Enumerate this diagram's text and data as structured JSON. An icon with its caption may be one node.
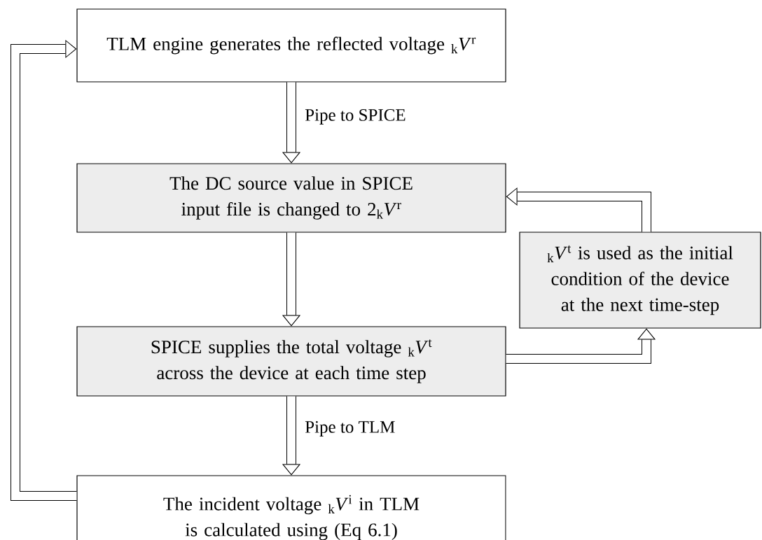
{
  "diagram": {
    "nodes": [
      {
        "text": [
          "TLM engine generates the reflected voltage $_{k}$*V*$^{r}$"
        ]
      },
      {
        "text": [
          "The DC source value in SPICE input file is changed to 2$_{k}$*V*$^{r}$"
        ]
      },
      {
        "text": [
          "SPICE supplies the total voltage $_{k}$*V*$^{t}$ across the device at each time step"
        ]
      },
      {
        "text": [
          "$_{k}$*V*$^{t}$ is used as the initial condition of the device at the next time-step"
        ]
      },
      {
        "text": [
          "The incident voltage $_{k}$*V*$^{i}$ in TLM is calculated using (Eq 6.1)"
        ]
      }
    ],
    "edges": [
      {
        "from": 0,
        "to": 1,
        "arrow": "to",
        "label": "Pipe to SPICE"
      },
      {
        "from": 1,
        "to": 2,
        "arrow": "to"
      },
      {
        "from": 2,
        "to": 3,
        "arrow": "to"
      },
      {
        "from": 3,
        "to": 1,
        "arrow": "to"
      },
      {
        "from": 2,
        "to": 4,
        "arrow": "to",
        "label": "Pipe to TLM"
      },
      {
        "from": 4,
        "to": 0,
        "arrow": "to"
      }
    ]
  }
}
